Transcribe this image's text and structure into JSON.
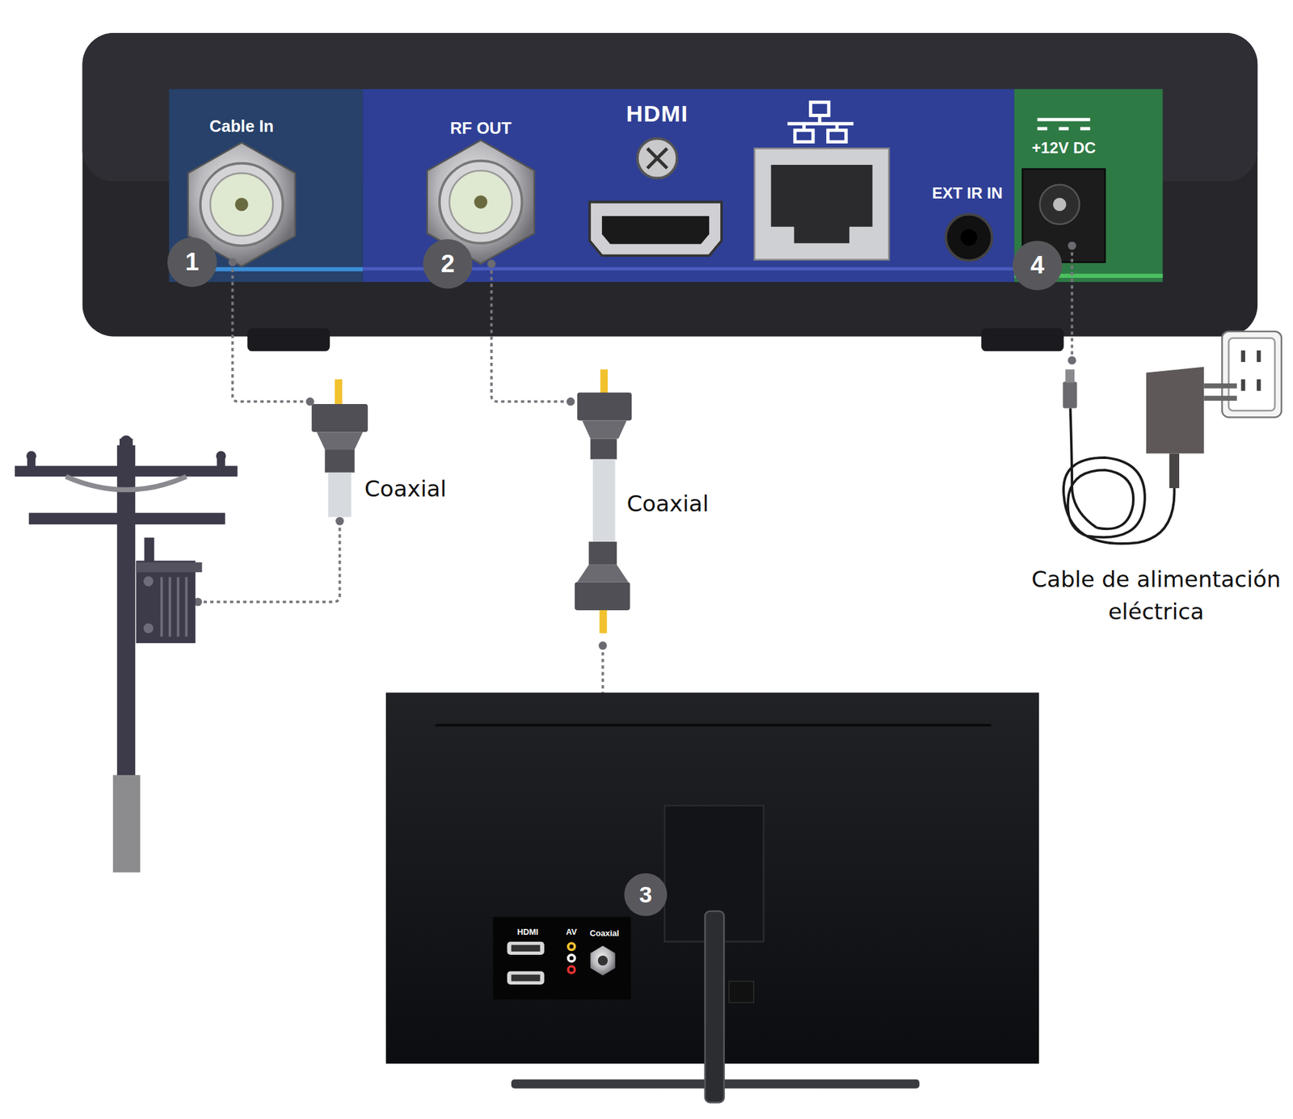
{
  "diagram": {
    "labels": [
      "Cable In",
      "RF OUT",
      "HDMI",
      "EXT IR IN",
      "+12V DC",
      "1",
      "2",
      "4",
      "Coaxial",
      "Coaxial",
      "Cable de alimentación eléctrica",
      "3",
      "HDMI",
      "AV",
      "Coaxial"
    ]
  }
}
